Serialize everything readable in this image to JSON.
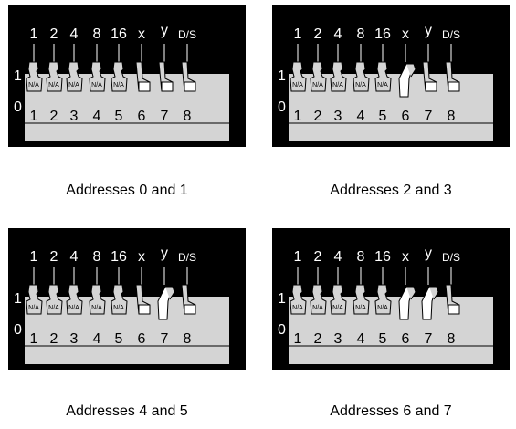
{
  "panels": [
    {
      "caption": "Addresses 0 and 1",
      "switches": [
        {
          "top_label": "1",
          "position_label": "1",
          "state": "N/A"
        },
        {
          "top_label": "2",
          "position_label": "2",
          "state": "N/A"
        },
        {
          "top_label": "4",
          "position_label": "3",
          "state": "N/A"
        },
        {
          "top_label": "8",
          "position_label": "4",
          "state": "N/A"
        },
        {
          "top_label": "16",
          "position_label": "5",
          "state": "N/A"
        },
        {
          "top_label": "x",
          "position_label": "6",
          "state": "off"
        },
        {
          "top_label": "y",
          "position_label": "7",
          "state": "off"
        },
        {
          "top_label": "D/S",
          "position_label": "8",
          "state": "off"
        }
      ]
    },
    {
      "caption": "Addresses 2 and 3",
      "switches": [
        {
          "top_label": "1",
          "position_label": "1",
          "state": "N/A"
        },
        {
          "top_label": "2",
          "position_label": "2",
          "state": "N/A"
        },
        {
          "top_label": "4",
          "position_label": "3",
          "state": "N/A"
        },
        {
          "top_label": "8",
          "position_label": "4",
          "state": "N/A"
        },
        {
          "top_label": "16",
          "position_label": "5",
          "state": "N/A"
        },
        {
          "top_label": "x",
          "position_label": "6",
          "state": "on"
        },
        {
          "top_label": "y",
          "position_label": "7",
          "state": "off"
        },
        {
          "top_label": "D/S",
          "position_label": "8",
          "state": "off"
        }
      ]
    },
    {
      "caption": "Addresses 4 and 5",
      "switches": [
        {
          "top_label": "1",
          "position_label": "1",
          "state": "N/A"
        },
        {
          "top_label": "2",
          "position_label": "2",
          "state": "N/A"
        },
        {
          "top_label": "4",
          "position_label": "3",
          "state": "N/A"
        },
        {
          "top_label": "8",
          "position_label": "4",
          "state": "N/A"
        },
        {
          "top_label": "16",
          "position_label": "5",
          "state": "N/A"
        },
        {
          "top_label": "x",
          "position_label": "6",
          "state": "off"
        },
        {
          "top_label": "y",
          "position_label": "7",
          "state": "on"
        },
        {
          "top_label": "D/S",
          "position_label": "8",
          "state": "off"
        }
      ]
    },
    {
      "caption": "Addresses 6 and 7",
      "switches": [
        {
          "top_label": "1",
          "position_label": "1",
          "state": "N/A"
        },
        {
          "top_label": "2",
          "position_label": "2",
          "state": "N/A"
        },
        {
          "top_label": "4",
          "position_label": "3",
          "state": "N/A"
        },
        {
          "top_label": "8",
          "position_label": "4",
          "state": "N/A"
        },
        {
          "top_label": "16",
          "position_label": "5",
          "state": "N/A"
        },
        {
          "top_label": "x",
          "position_label": "6",
          "state": "on"
        },
        {
          "top_label": "y",
          "position_label": "7",
          "state": "on"
        },
        {
          "top_label": "D/S",
          "position_label": "8",
          "state": "off"
        }
      ]
    }
  ],
  "row_labels": {
    "on": "1",
    "off": "0"
  },
  "na_text": "N/A",
  "colors": {
    "panel_bg": "#000000",
    "switch_body": "#d4d4d4",
    "label_white": "#ffffff",
    "label_dark": "#000000"
  }
}
